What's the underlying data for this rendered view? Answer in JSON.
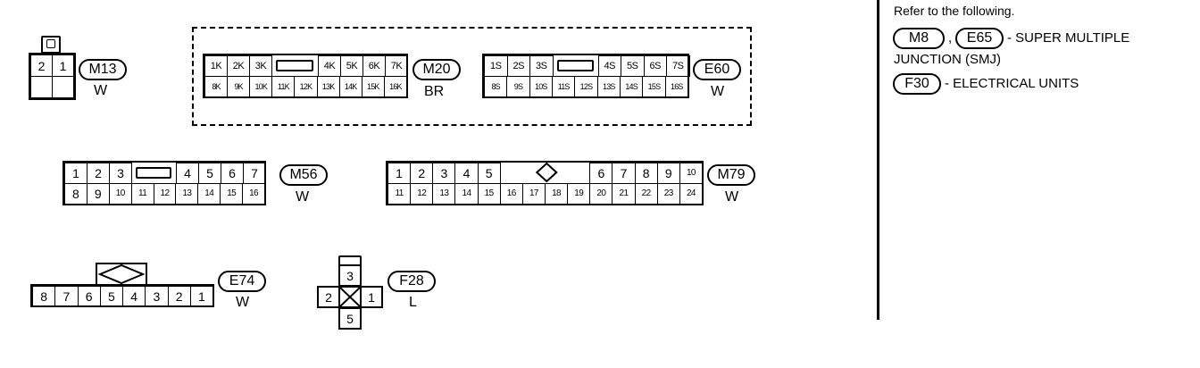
{
  "notes": {
    "refer": "Refer to the following.",
    "ref1_conn1": "M8",
    "ref1_sep": ",",
    "ref1_conn2": "E65",
    "ref1_text": "- SUPER MULTIPLE",
    "ref1_text2": "JUNCTION (SMJ)",
    "ref2_conn": "F30",
    "ref2_text": "- ELECTRICAL UNITS"
  },
  "connectors": {
    "m13": {
      "id": "M13",
      "color": "W",
      "pins": [
        "2",
        "1"
      ]
    },
    "m20": {
      "id": "M20",
      "color": "BR",
      "top": [
        "1K",
        "2K",
        "3K",
        "4K",
        "5K",
        "6K",
        "7K"
      ],
      "bottom": [
        "8K",
        "9K",
        "10K",
        "11K",
        "12K",
        "13K",
        "14K",
        "15K",
        "16K"
      ]
    },
    "e60": {
      "id": "E60",
      "color": "W",
      "top": [
        "1S",
        "2S",
        "3S",
        "4S",
        "5S",
        "6S",
        "7S"
      ],
      "bottom": [
        "8S",
        "9S",
        "10S",
        "11S",
        "12S",
        "13S",
        "14S",
        "15S",
        "16S"
      ]
    },
    "m56": {
      "id": "M56",
      "color": "W",
      "top": [
        "1",
        "2",
        "3",
        "4",
        "5",
        "6",
        "7"
      ],
      "bottom": [
        "8",
        "9",
        "10",
        "11",
        "12",
        "13",
        "14",
        "15",
        "16"
      ]
    },
    "m79": {
      "id": "M79",
      "color": "W",
      "top": [
        "1",
        "2",
        "3",
        "4",
        "5",
        "6",
        "7",
        "8",
        "9",
        "10"
      ],
      "bottom": [
        "11",
        "12",
        "13",
        "14",
        "15",
        "16",
        "17",
        "18",
        "19",
        "20",
        "21",
        "22",
        "23",
        "24"
      ]
    },
    "e74": {
      "id": "E74",
      "color": "W",
      "pins": [
        "8",
        "7",
        "6",
        "5",
        "4",
        "3",
        "2",
        "1"
      ]
    },
    "f28": {
      "id": "F28",
      "color": "L",
      "pins": {
        "top": "3",
        "left": "2",
        "right": "1",
        "bottom": "5"
      }
    }
  }
}
